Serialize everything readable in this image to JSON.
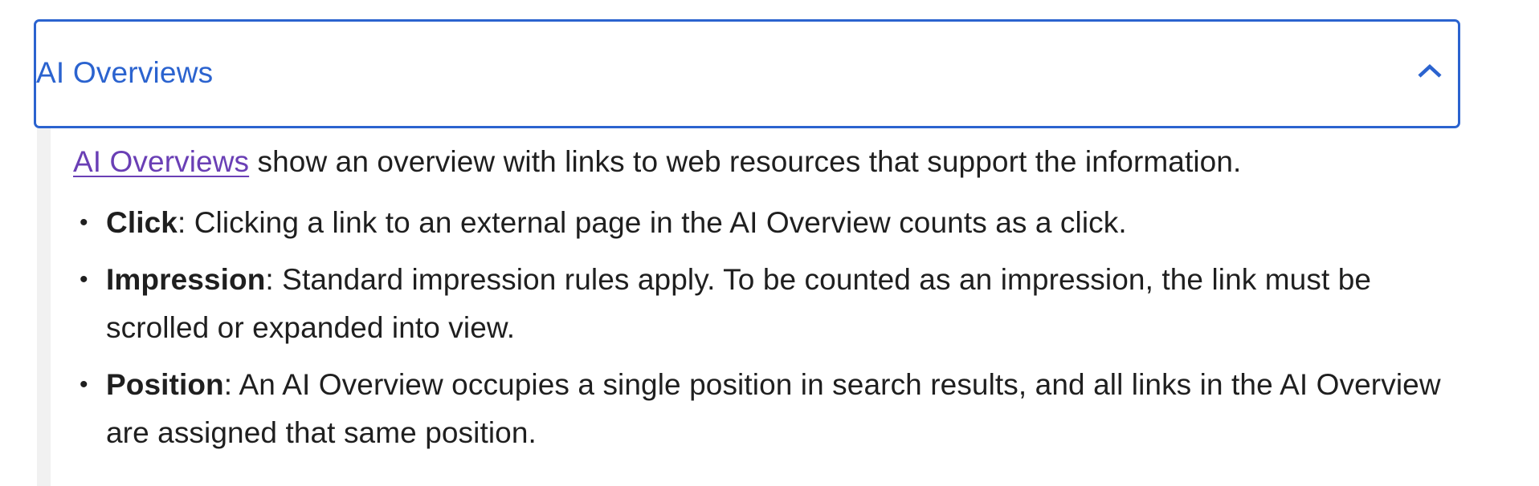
{
  "accordion": {
    "title": "AI Overviews",
    "expanded": true,
    "toggle_icon": "chevron-up-icon",
    "border_color": "#2b63cf",
    "title_color": "#2b63cf"
  },
  "content": {
    "intro": {
      "link_text": "AI Overviews",
      "link_color": "#6a3fb5",
      "rest": " show an overview with links to web resources that support the information."
    },
    "items": [
      {
        "term": "Click",
        "text": ": Clicking a link to an external page in the AI Overview counts as a click."
      },
      {
        "term": "Impression",
        "text": ": Standard impression rules apply. To be counted as an impression, the link must be scrolled or expanded into view."
      },
      {
        "term": "Position",
        "text": ": An AI Overview occupies a single position in search results, and all links in the AI Overview are assigned that same position."
      }
    ]
  }
}
